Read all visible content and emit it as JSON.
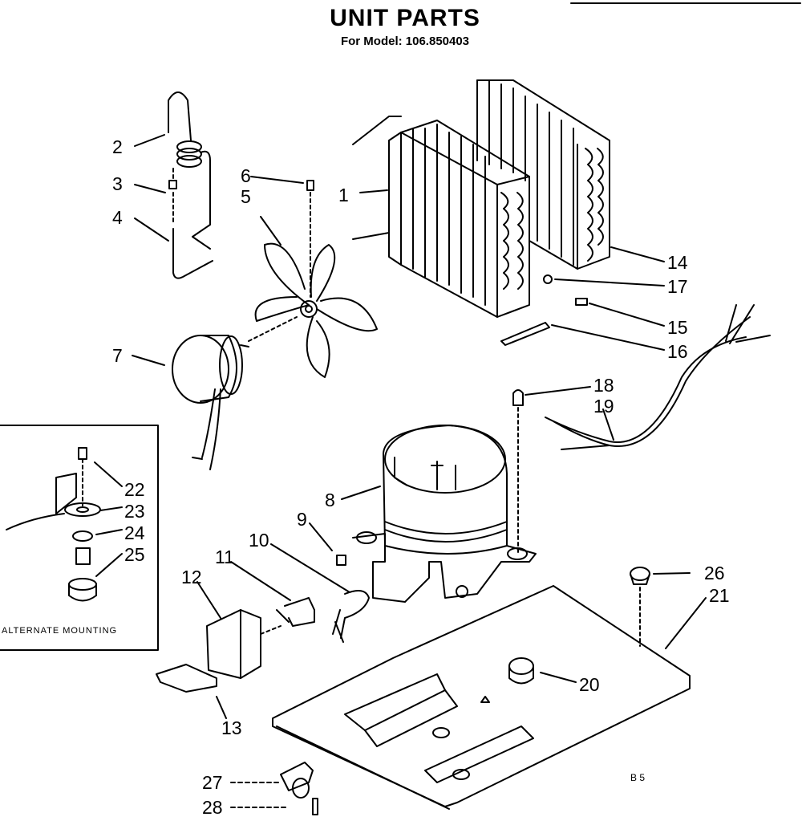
{
  "header": {
    "title": "UNIT PARTS",
    "subtitle": "For Model: 106.850403"
  },
  "inset": {
    "caption": "ALTERNATE MOUNTING"
  },
  "callouts": [
    "1",
    "2",
    "3",
    "4",
    "5",
    "6",
    "7",
    "8",
    "9",
    "10",
    "11",
    "12",
    "13",
    "14",
    "15",
    "16",
    "17",
    "18",
    "19",
    "20",
    "21",
    "22",
    "23",
    "24",
    "25",
    "26",
    "27",
    "28"
  ],
  "footer": {
    "code": "B 5"
  }
}
